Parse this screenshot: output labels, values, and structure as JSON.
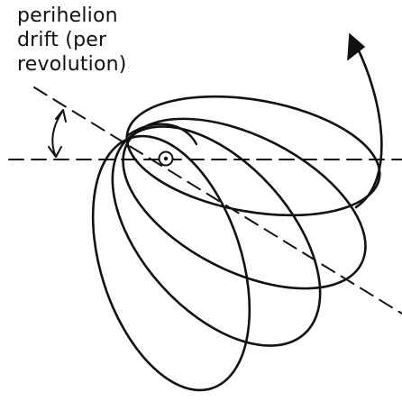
{
  "label": {
    "lines": [
      "perihelion",
      "drift (per",
      "revolution)"
    ]
  },
  "colors": {
    "ink": "#111111",
    "background": "#ffffff"
  },
  "figure": {
    "orbit_count": 4,
    "symbol": "sun-symbol"
  }
}
